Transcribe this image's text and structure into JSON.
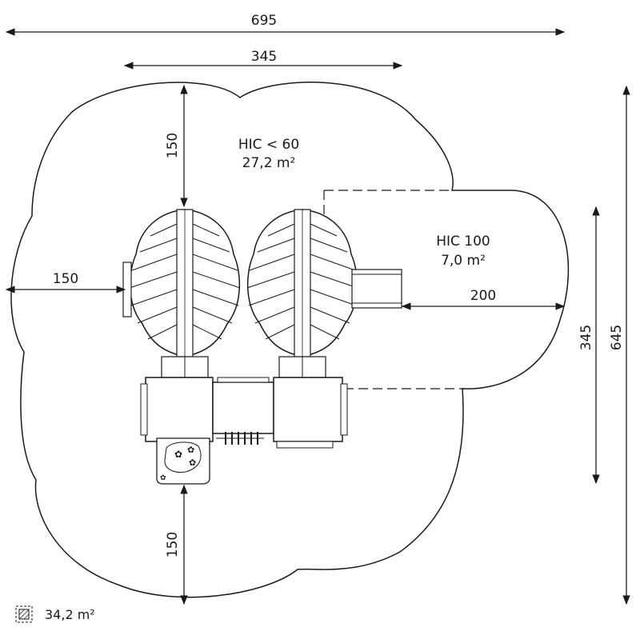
{
  "dimensions": {
    "total_width": "695",
    "structure_width": "345",
    "top_clearance": "150",
    "left_clearance": "150",
    "right_clearance": "200",
    "bottom_clearance": "150",
    "zone_height": "345",
    "total_height": "645"
  },
  "zones": {
    "main": {
      "title": "HIC < 60",
      "area": "27,2 m²"
    },
    "slide": {
      "title": "HIC 100",
      "area": "7,0 m²"
    }
  },
  "legend": {
    "icon": "hatched-square-icon",
    "area": "34,2 m²"
  },
  "colors": {
    "line": "#1a1a1a",
    "hatch": "#555555"
  }
}
